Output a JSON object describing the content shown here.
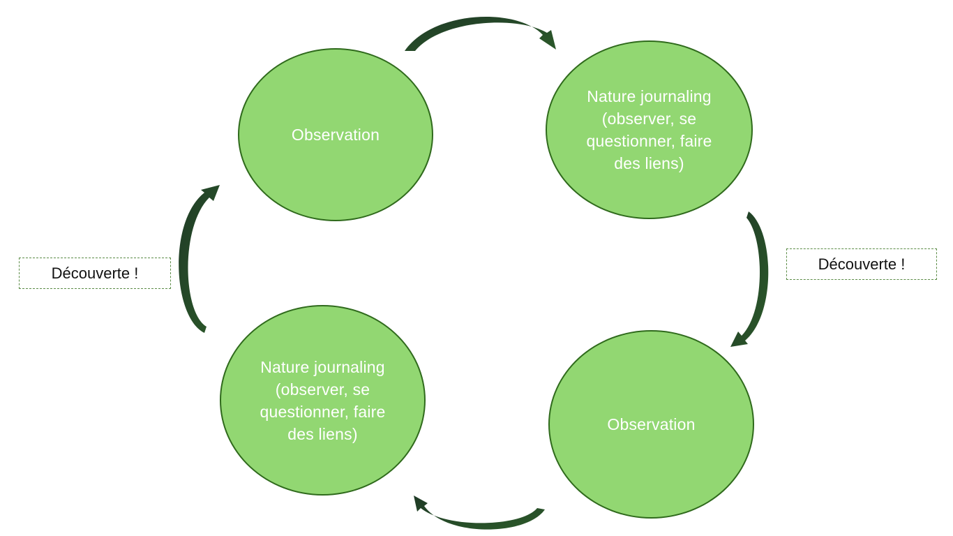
{
  "diagram": {
    "nodes": [
      {
        "id": "top-left",
        "label": "Observation"
      },
      {
        "id": "top-right",
        "label": "Nature journaling (observer, se questionner, faire des liens)"
      },
      {
        "id": "bottom-right",
        "label": "Observation"
      },
      {
        "id": "bottom-left",
        "label": "Nature journaling (observer, se questionner, faire des liens)"
      }
    ],
    "notes": [
      {
        "id": "left",
        "label": "Découverte !"
      },
      {
        "id": "right",
        "label": "Découverte !"
      }
    ],
    "edges": [
      {
        "from": "top-left",
        "to": "top-right"
      },
      {
        "from": "top-right",
        "to": "bottom-right"
      },
      {
        "from": "bottom-right",
        "to": "bottom-left"
      },
      {
        "from": "bottom-left",
        "to": "top-left"
      }
    ],
    "colors": {
      "node_fill": "#92d772",
      "node_border": "#2f6a1c",
      "node_text": "#ffffff",
      "arrow_fill": "#223d24",
      "note_border": "#5b8c46"
    }
  }
}
